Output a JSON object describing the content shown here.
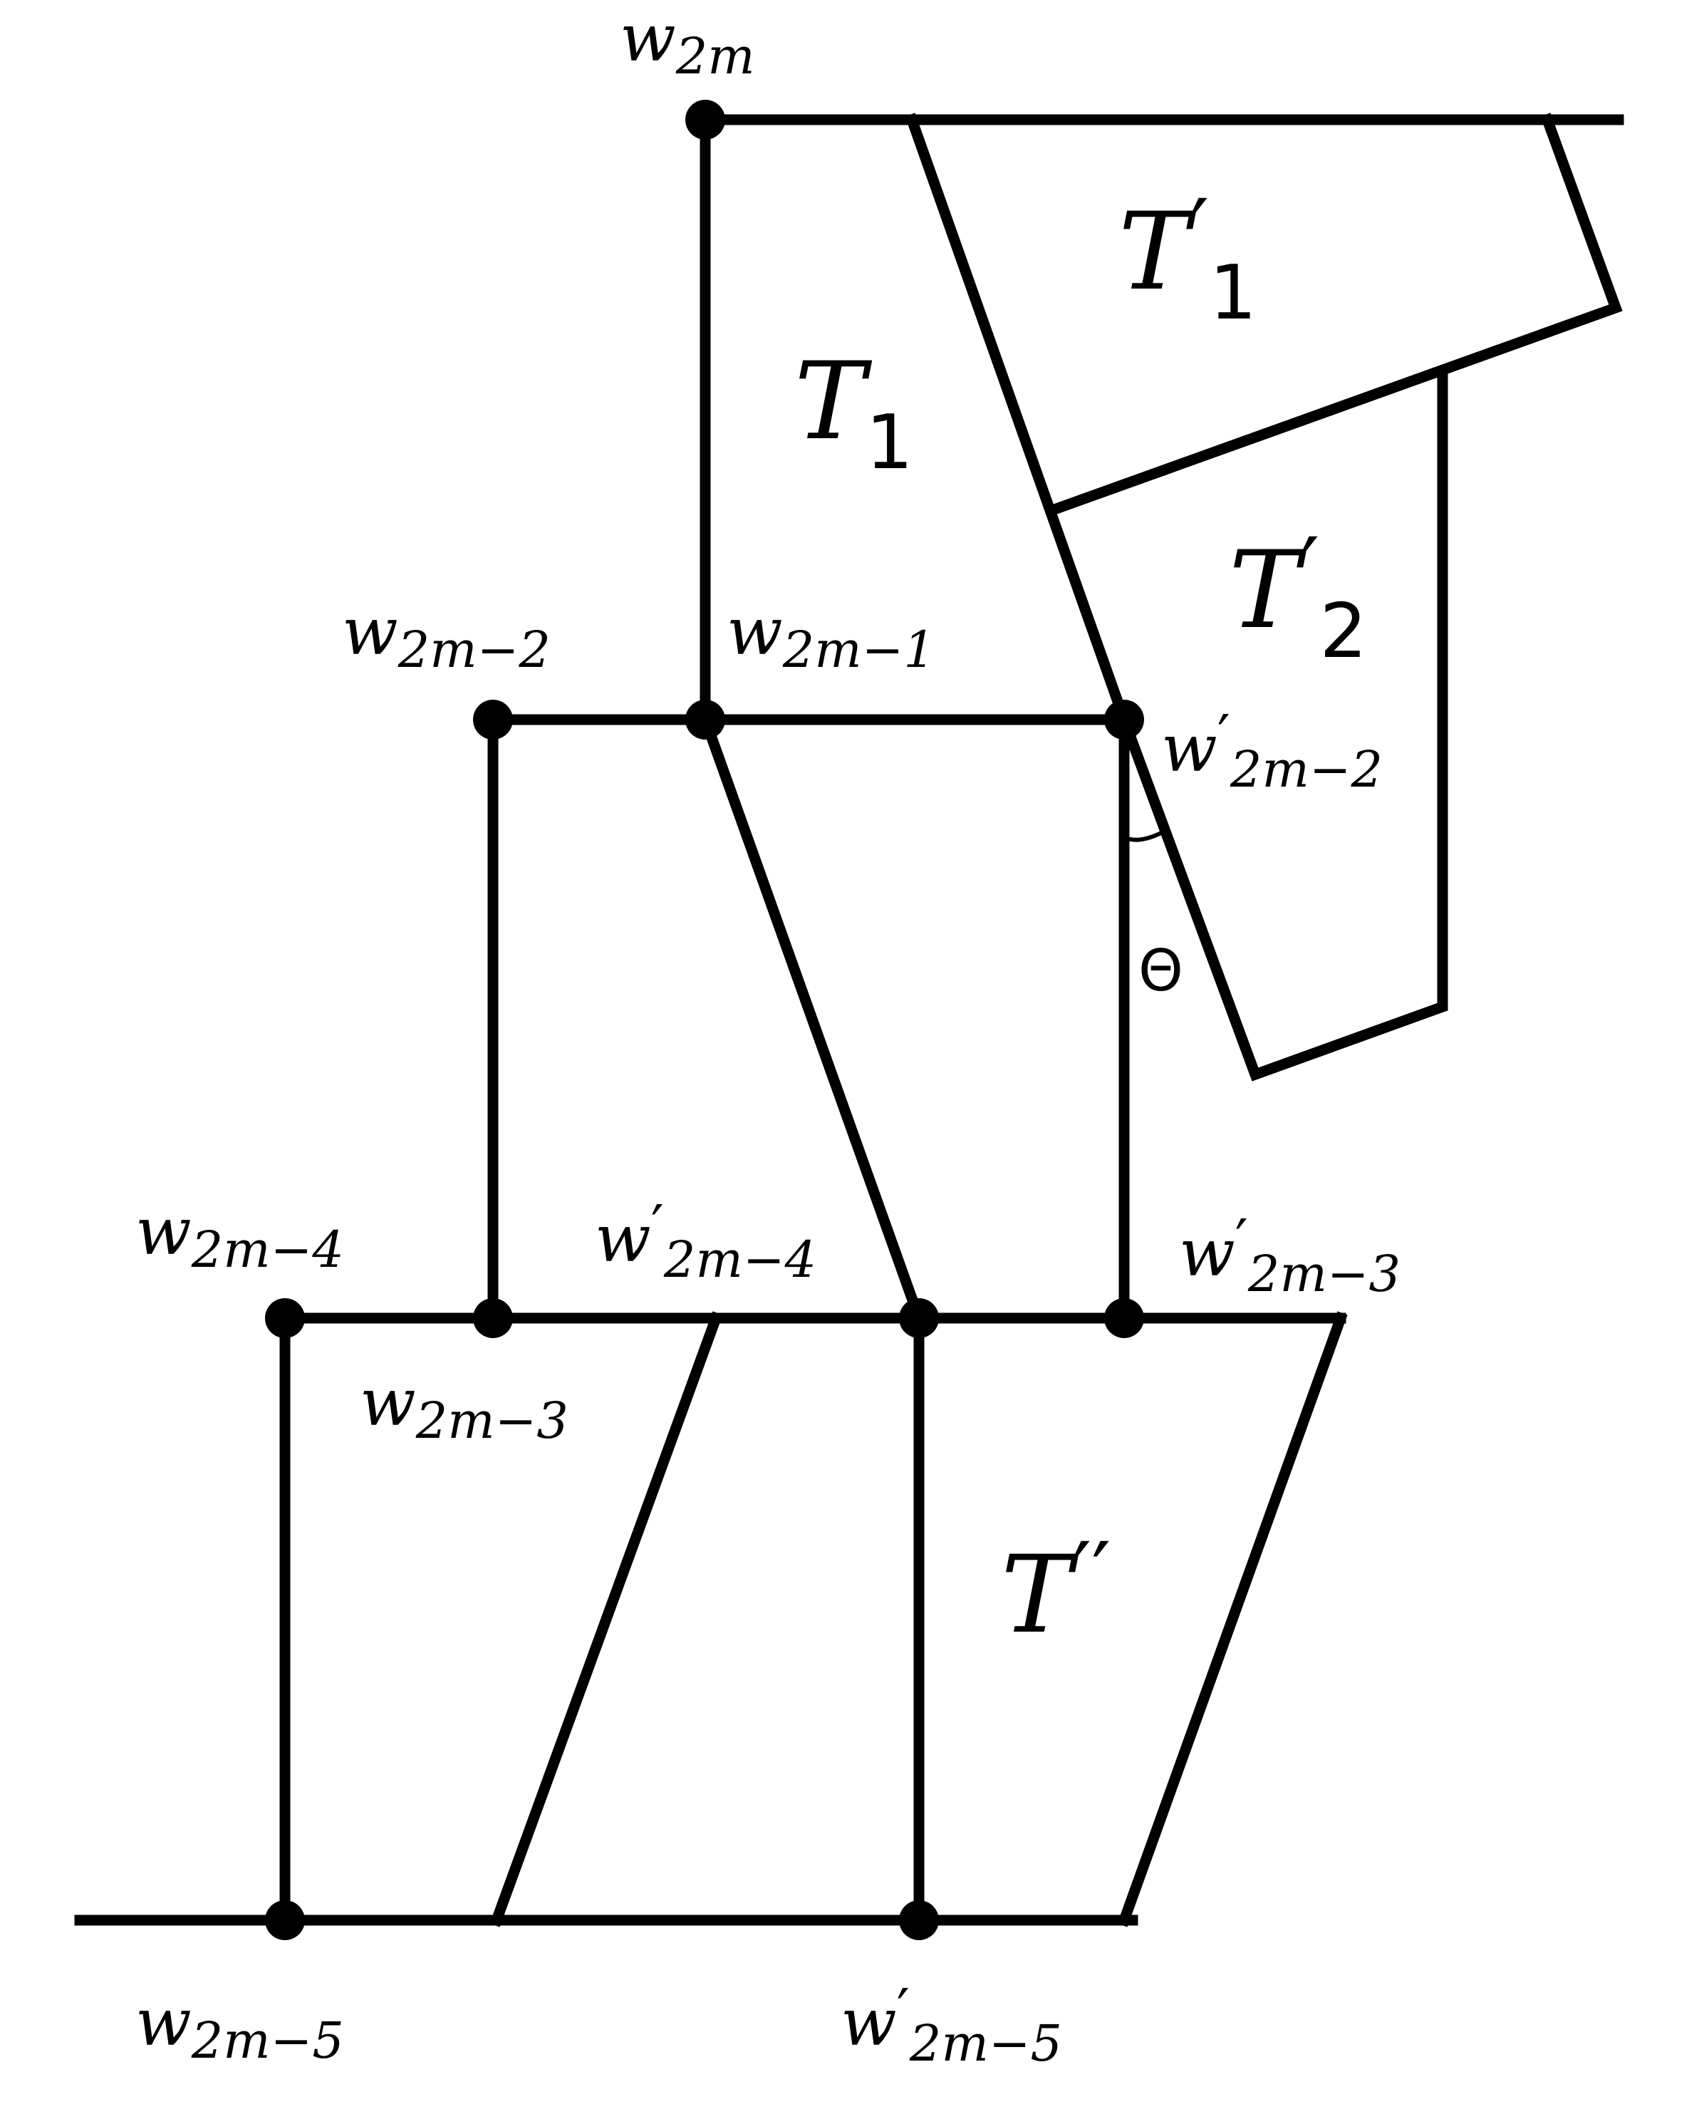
{
  "vertices": [
    {
      "id": "w2m",
      "letter": "w",
      "prime": "",
      "sub": "2m"
    },
    {
      "id": "w2m-1",
      "letter": "w",
      "prime": "",
      "sub": "2m−1"
    },
    {
      "id": "w2m-2",
      "letter": "w",
      "prime": "",
      "sub": "2m−2"
    },
    {
      "id": "w2m-3",
      "letter": "w",
      "prime": "",
      "sub": "2m−3"
    },
    {
      "id": "w2m-4",
      "letter": "w",
      "prime": "",
      "sub": "2m−4"
    },
    {
      "id": "w2m-5",
      "letter": "w",
      "prime": "",
      "sub": "2m−5"
    },
    {
      "id": "wp2m-2",
      "letter": "w",
      "prime": "′",
      "sub": "2m−2"
    },
    {
      "id": "wp2m-3",
      "letter": "w",
      "prime": "′",
      "sub": "2m−3"
    },
    {
      "id": "wp2m-4",
      "letter": "w",
      "prime": "′",
      "sub": "2m−4"
    },
    {
      "id": "wp2m-5",
      "letter": "w",
      "prime": "′",
      "sub": "2m−5"
    }
  ],
  "regions": [
    {
      "id": "T1",
      "letter": "T",
      "prime": "",
      "sub": "1"
    },
    {
      "id": "T1p",
      "letter": "T",
      "prime": "′",
      "sub": "1"
    },
    {
      "id": "T2p",
      "letter": "T",
      "prime": "′",
      "sub": "2"
    },
    {
      "id": "Tpp",
      "letter": "T",
      "prime": "′′",
      "sub": ""
    }
  ],
  "angle_label": "Θ"
}
